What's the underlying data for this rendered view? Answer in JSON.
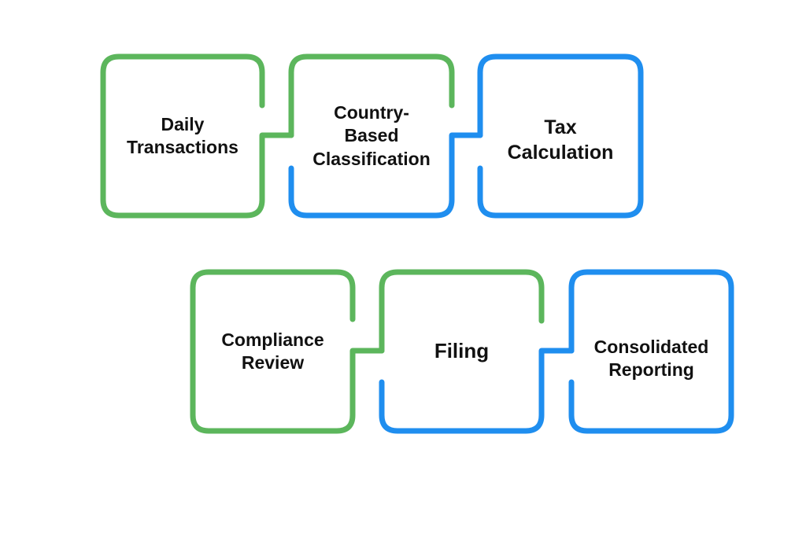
{
  "colors": {
    "green": "#5cb65c",
    "blue": "#1f8eef"
  },
  "rows": [
    {
      "steps": [
        {
          "label": "Daily\nTransactions",
          "color": "green"
        },
        {
          "label": "Country-\nBased\nClassification",
          "color": "green"
        },
        {
          "label": "Tax\nCalculation",
          "color": "blue"
        }
      ]
    },
    {
      "steps": [
        {
          "label": "Compliance\nReview",
          "color": "green"
        },
        {
          "label": "Filing",
          "color": "blue"
        },
        {
          "label": "Consolidated\nReporting",
          "color": "blue"
        }
      ]
    }
  ]
}
